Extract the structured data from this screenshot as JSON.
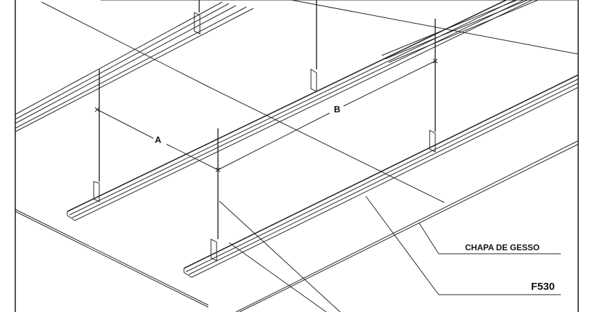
{
  "drawing": {
    "type": "isometric ceiling suspension detail",
    "line_color": "#222222",
    "background": "#ffffff"
  },
  "dimensions": {
    "a": "A",
    "b": "B"
  },
  "callouts": {
    "board": "CHAPA DE GESSO",
    "profile": "F530"
  }
}
